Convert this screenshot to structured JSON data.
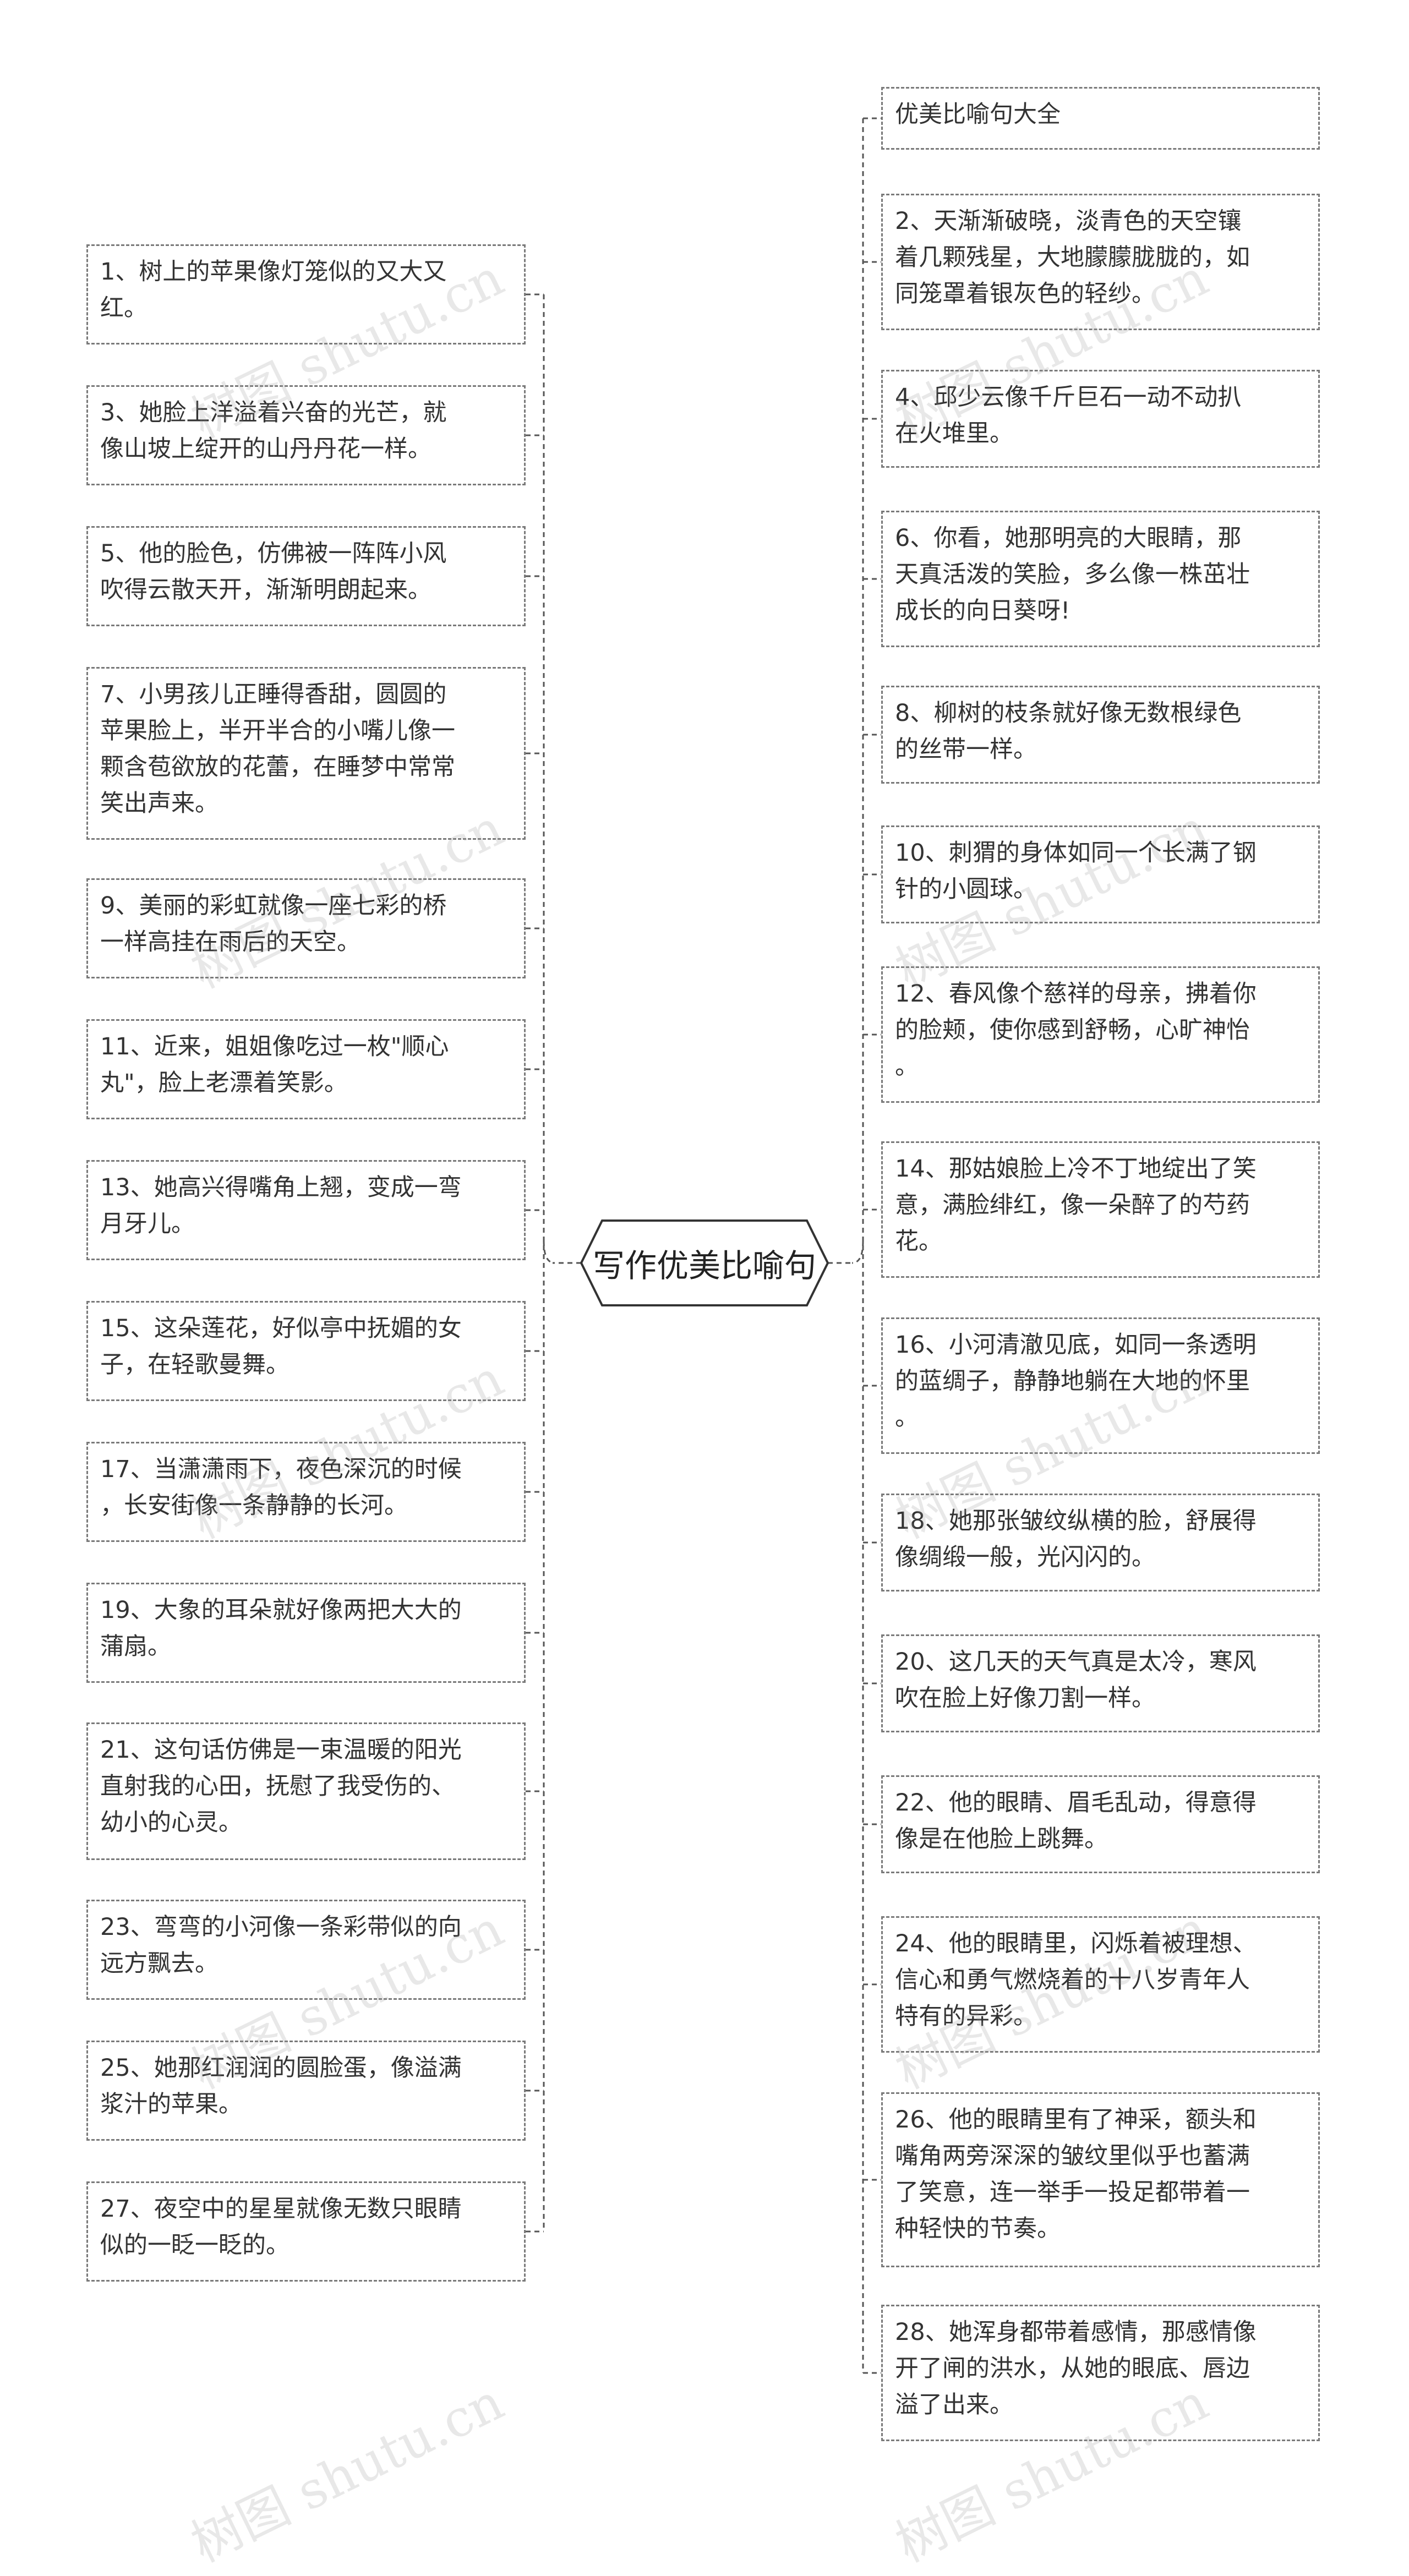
{
  "root": {
    "label": "写作优美比喻句"
  },
  "left_items": [
    "1、树上的苹果像灯笼似的又大又\n红。",
    "3、她脸上洋溢着兴奋的光芒，就\n像山坡上绽开的山丹丹花一样。",
    "5、他的脸色，仿佛被一阵阵小风\n吹得云散天开，渐渐明朗起来。",
    "7、小男孩儿正睡得香甜，圆圆的\n苹果脸上，半开半合的小嘴儿像一\n颗含苞欲放的花蕾，在睡梦中常常\n笑出声来。",
    "9、美丽的彩虹就像一座七彩的桥\n一样高挂在雨后的天空。",
    "11、近来，姐姐像吃过一枚\"顺心\n丸\"，脸上老漂着笑影。",
    "13、她高兴得嘴角上翘，变成一弯\n月牙儿。",
    "15、这朵莲花，好似亭中抚媚的女\n子，在轻歌曼舞。",
    "17、当潇潇雨下，夜色深沉的时候\n，长安街像一条静静的长河。",
    "19、大象的耳朵就好像两把大大的\n蒲扇。",
    "21、这句话仿佛是一束温暖的阳光\n直射我的心田，抚慰了我受伤的、\n幼小的心灵。",
    "23、弯弯的小河像一条彩带似的向\n远方飘去。",
    "25、她那红润润的圆脸蛋，像溢满\n浆汁的苹果。",
    "27、夜空中的星星就像无数只眼睛\n似的一眨一眨的。"
  ],
  "right_items": [
    "优美比喻句大全",
    "2、天渐渐破晓，淡青色的天空镶\n着几颗残星，大地朦朦胧胧的，如\n同笼罩着银灰色的轻纱。",
    "4、邱少云像千斤巨石一动不动扒\n在火堆里。",
    "6、你看，她那明亮的大眼睛，那\n天真活泼的笑脸，多么像一株茁壮\n成长的向日葵呀!",
    "8、柳树的枝条就好像无数根绿色\n的丝带一样。",
    "10、刺猬的身体如同一个长满了钢\n针的小圆球。",
    "12、春风像个慈祥的母亲，拂着你\n的脸颊，使你感到舒畅，心旷神怡\n。",
    "14、那姑娘脸上冷不丁地绽出了笑\n意，满脸绯红，像一朵醉了的芍药\n花。",
    "16、小河清澈见底，如同一条透明\n的蓝绸子，静静地躺在大地的怀里\n。",
    "18、她那张皱纹纵横的脸，舒展得\n像绸缎一般，光闪闪的。",
    "20、这几天的天气真是太冷，寒风\n吹在脸上好像刀割一样。",
    "22、他的眼睛、眉毛乱动，得意得\n像是在他脸上跳舞。",
    "24、他的眼睛里，闪烁着被理想、\n信心和勇气燃烧着的十八岁青年人\n特有的异彩。",
    "26、他的眼睛里有了神采，额头和\n嘴角两旁深深的皱纹里似乎也蓄满\n了笑意，连一举手一投足都带着一\n种轻快的节奏。",
    "28、她浑身都带着感情，那感情像\n开了闸的洪水，从她的眼底、唇边\n溢了出来。"
  ],
  "watermark": "树图 shutu.cn",
  "colors": {
    "line": "#555555",
    "border": "#7a7a7a",
    "text": "#333333"
  }
}
